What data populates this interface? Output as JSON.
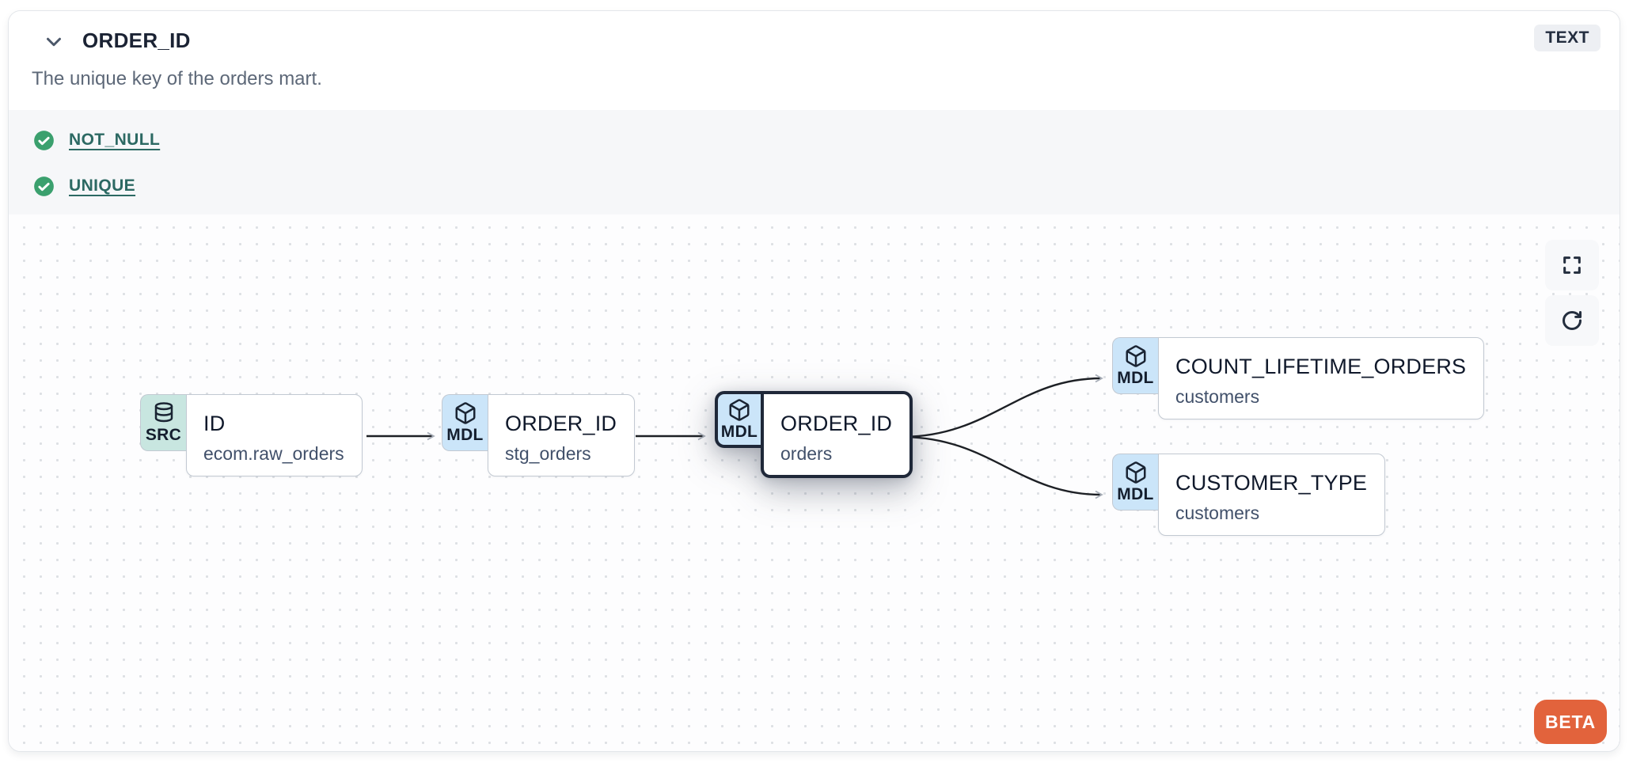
{
  "header": {
    "title": "ORDER_ID",
    "type_badge": "TEXT",
    "collapse_icon": "chevron-down"
  },
  "description": "The unique key of the orders mart.",
  "tests": [
    {
      "label": "NOT_NULL",
      "status": "passed",
      "icon": "check-circle"
    },
    {
      "label": "UNIQUE",
      "status": "passed",
      "icon": "check-circle"
    }
  ],
  "lineage": {
    "nodes": [
      {
        "badge": "SRC",
        "icon": "database",
        "title": "ID",
        "subtitle": "ecom.raw_orders",
        "selected": false
      },
      {
        "badge": "MDL",
        "icon": "cube",
        "title": "ORDER_ID",
        "subtitle": "stg_orders",
        "selected": false
      },
      {
        "badge": "MDL",
        "icon": "cube",
        "title": "ORDER_ID",
        "subtitle": "orders",
        "selected": true
      },
      {
        "badge": "MDL",
        "icon": "cube",
        "title": "COUNT_LIFETIME_ORDERS",
        "subtitle": "customers",
        "selected": false
      },
      {
        "badge": "MDL",
        "icon": "cube",
        "title": "CUSTOMER_TYPE",
        "subtitle": "customers",
        "selected": false
      }
    ],
    "edges": [
      {
        "from": "ID / ecom.raw_orders",
        "to": "ORDER_ID / stg_orders"
      },
      {
        "from": "ORDER_ID / stg_orders",
        "to": "ORDER_ID / orders"
      },
      {
        "from": "ORDER_ID / orders",
        "to": "COUNT_LIFETIME_ORDERS / customers"
      },
      {
        "from": "ORDER_ID / orders",
        "to": "CUSTOMER_TYPE / customers"
      }
    ],
    "controls": [
      {
        "icon": "fullscreen"
      },
      {
        "icon": "refresh"
      }
    ],
    "beta_label": "BETA"
  },
  "colors": {
    "accent_orange": "#E2633C",
    "badge_src_bg": "#C8E6E0",
    "badge_mdl_bg": "#CBE5F9",
    "test_pass_green": "#3BA06E",
    "test_link_teal": "#2C6963",
    "selected_border": "#1F2839",
    "node_border": "#C2C9D2",
    "edge_line": "#1D2025"
  }
}
